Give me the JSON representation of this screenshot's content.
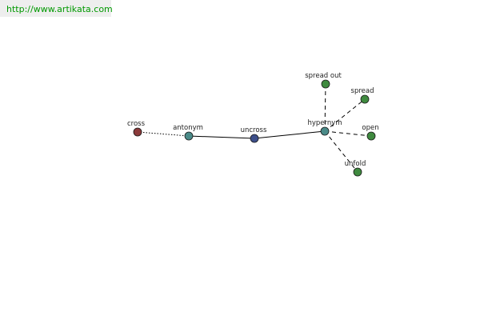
{
  "site": {
    "url": "http://www.artikata.com"
  },
  "graph": {
    "nodes": [
      {
        "id": "cross",
        "label": "cross",
        "color": "#8b3a3a"
      },
      {
        "id": "antonym",
        "label": "antonym",
        "color": "#4a8a88"
      },
      {
        "id": "uncross",
        "label": "uncross",
        "color": "#3d4f8a"
      },
      {
        "id": "hypernym",
        "label": "hypernym",
        "color": "#4a8a88"
      },
      {
        "id": "spread_out",
        "label": "spread out",
        "color": "#3f8a3f"
      },
      {
        "id": "spread",
        "label": "spread",
        "color": "#3f8a3f"
      },
      {
        "id": "open",
        "label": "open",
        "color": "#3f8a3f"
      },
      {
        "id": "unfold",
        "label": "unfold",
        "color": "#3f8a3f"
      }
    ],
    "edges": [
      {
        "from": "cross",
        "to": "antonym",
        "style": "dotted"
      },
      {
        "from": "antonym",
        "to": "uncross",
        "style": "solid"
      },
      {
        "from": "uncross",
        "to": "hypernym",
        "style": "solid"
      },
      {
        "from": "hypernym",
        "to": "spread_out",
        "style": "dashed"
      },
      {
        "from": "hypernym",
        "to": "spread",
        "style": "dashed"
      },
      {
        "from": "hypernym",
        "to": "open",
        "style": "dashed"
      },
      {
        "from": "hypernym",
        "to": "unfold",
        "style": "dashed"
      }
    ]
  }
}
